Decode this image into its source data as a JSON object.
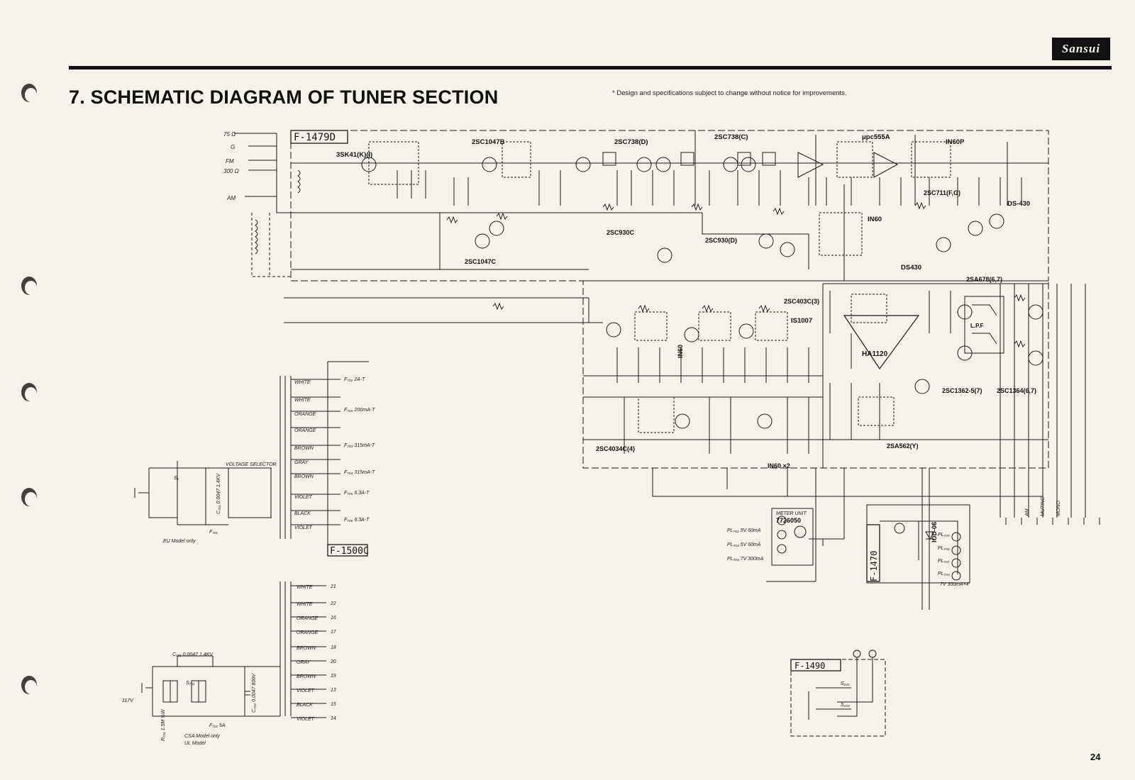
{
  "brand": "Sansui",
  "title": "7. SCHEMATIC DIAGRAM OF TUNER SECTION",
  "note": "* Design and specifications subject to change without notice for improvements.",
  "page_number": "24",
  "modules": {
    "tuner_board": "F-1479D",
    "power_board": "F-1500C",
    "lamp_board": "F-1470",
    "switch_board": "F-1490",
    "meter_unit_label": "METER UNIT",
    "meter_unit_code": "7726050"
  },
  "components": {
    "fet": "3SK41(K)(I)",
    "tr_rf": "2SC1047B",
    "tr_if1": "2SC738(D)",
    "tr_if2": "2SC738(C)",
    "ic": "μpc555A",
    "diode_det": "IN60P",
    "tr_mid": "2SC711(F,G)",
    "ds430a": "DS-430",
    "tr_osc": "2SC1047C",
    "tr_buf": "2SC930C",
    "tr_am": "2SC930(D)",
    "diode2": "IN60",
    "ds430b": "DS430",
    "tr_sa678": "2SA678(6,7)",
    "tr_sc403": "2SC403C(3)",
    "diode_is": "IS1007",
    "diode_in60v": "IN60",
    "ha1120": "HA1120",
    "lpf": "L.P.F",
    "tr_1362": "2SC1362-5(7)",
    "tr_1364": "2SC1364(6,7)",
    "tr_sa562": "2SA562(Y)",
    "tr_4034": "2SC4034C(4)",
    "diode_x2": "IN60 ×2",
    "diode_iod": "IOD-06"
  },
  "antenna": {
    "ohm75": "75 Ω",
    "g": "G",
    "fm": "FM",
    "ohm300": "300 Ω",
    "am": "AM"
  },
  "power_eu": {
    "wires": [
      "WHITE",
      "WHITE",
      "ORANGE",
      "ORANGE",
      "BROWN",
      "GRAY",
      "BROWN",
      "VIOLET",
      "BLACK",
      "VIOLET"
    ],
    "fuses": [
      "F₇₀₂ 2A-T",
      "F₇₀₈ 200mA-T",
      "F₇₀₃ 315mA-T",
      "F₇₀₄ 315mA-T",
      "F₇₀₅ 6.3A-T",
      "F₇₀₆ 6.3A-T"
    ],
    "selector": "VOLTAGE SELECTOR",
    "cap": "C₇₀₁ 0.0047 1.4KV",
    "s1": "S₁",
    "fuse_main": "F₇₀₁",
    "footnote": "EU Model only"
  },
  "power_us": {
    "wires": [
      "WHITE",
      "WHITE",
      "ORANGE",
      "ORANGE",
      "BROWN",
      "GRAY",
      "BROWN",
      "VIOLET",
      "BLACK",
      "VIOLET"
    ],
    "terminals": [
      "21",
      "22",
      "16",
      "17",
      "18",
      "20",
      "19",
      "13",
      "15",
      "14"
    ],
    "cap1": "C₇₀₁ 0.0047 1.4KV",
    "cap2": "C₇₀₂ 0.0047 800V",
    "voltage": "117V",
    "fuse": "F₇₀₁ 5A",
    "s": "S₇₀₁",
    "resistor": "R₇₀₁ 1.5M ½W",
    "footnote1": "CSA Model only",
    "footnote2": "UL Model"
  },
  "lamps": {
    "pl702": "PL₇₀₂ 5V 60mA",
    "pl703": "PL₇₀₃ 5V 60mA",
    "pl704": "PL₇₀₄ 7V 300mA",
    "pl705": "PL₇₀₅",
    "pl706": "PL₇₀₆",
    "pl707": "PL₇₀₇",
    "pl708": "PL₇₀₈",
    "rating": "7V 300mA×4"
  },
  "switches": {
    "s01": "S₂₀₁",
    "s02": "S₂₀₂"
  },
  "outputs": [
    "AM",
    "MUTING",
    "MONO"
  ]
}
